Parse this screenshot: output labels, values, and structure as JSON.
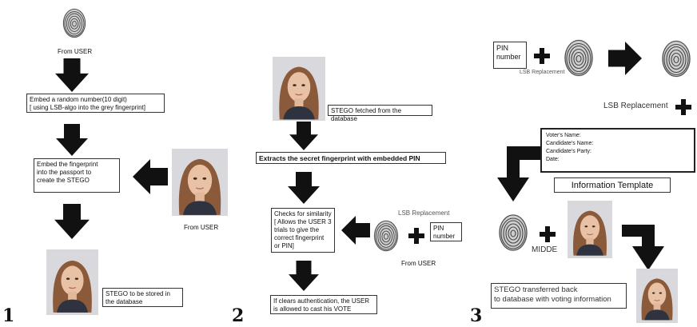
{
  "panel1": {
    "number": "1",
    "from_user_top": "From USER",
    "embed_random": "Embed a random number(10 digit)\n[ using LSB-algo into the grey fingerprint]",
    "embed_fingerprint": "Embed the fingerprint\ninto the passport to\ncreate the STEGO",
    "from_user_right": "From USER",
    "stego_store": "STEGO to be stored in\nthe database"
  },
  "panel2": {
    "number": "2",
    "stego_fetched": "STEGO fetched from the database",
    "extracts": "Extracts the secret fingerprint with embedded PIN",
    "checks": "Checks for similarity\n[ Allows the USER 3\ntrials to give the\ncorrect fingerprint\nor PIN]",
    "lsb": "LSB Replacement",
    "pin": "PIN\nnumber",
    "from_user": "From USER",
    "clears": "If clears authentication, the USER\nis allowed to cast his VOTE"
  },
  "panel3": {
    "number": "3",
    "pin": "PIN\nnumber",
    "lsb_small": "LSB Replacement",
    "lsb_large": "LSB Replacement",
    "template_lines": [
      "Voter's Name:",
      "Candidate's Name:",
      "Candidate's Party:",
      "Date:"
    ],
    "info_template": "Information Template",
    "midde": "MIDDE",
    "stego_back": "STEGO transferred back\nto database with voting information"
  }
}
